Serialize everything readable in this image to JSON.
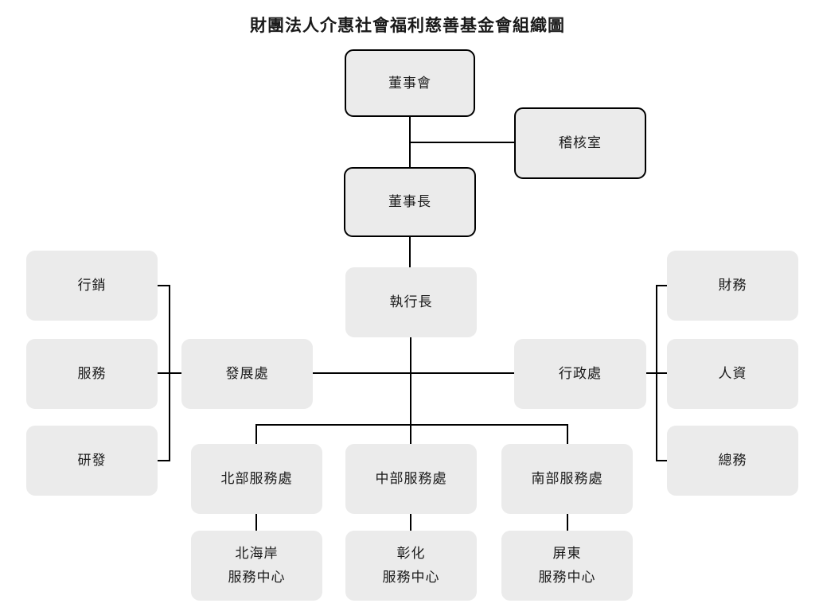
{
  "diagram_type": "org-chart",
  "title": "財團法人介惠社會福利慈善基金會組織圖",
  "colors": {
    "box_fill": "#ebebeb",
    "line_color": "#000000",
    "text_color": "#1a1a1a",
    "background": "#ffffff"
  },
  "nodes": {
    "board": "董事會",
    "audit": "稽核室",
    "chairman": "董事長",
    "ceo": "執行長",
    "marketing": "行銷",
    "service": "服務",
    "rnd": "研發",
    "development": "發展處",
    "admin": "行政處",
    "finance": "財務",
    "hr": "人資",
    "general": "總務",
    "north": "北部服務處",
    "central": "中部服務處",
    "south": "南部服務處",
    "north_center": {
      "line1": "北海岸",
      "line2": "服務中心"
    },
    "central_center": {
      "line1": "彰化",
      "line2": "服務中心"
    },
    "south_center": {
      "line1": "屏東",
      "line2": "服務中心"
    }
  },
  "edges": [
    {
      "from": "董事會",
      "to": "稽核室"
    },
    {
      "from": "董事會",
      "to": "董事長"
    },
    {
      "from": "董事長",
      "to": "執行長"
    },
    {
      "from": "執行長",
      "to": "發展處"
    },
    {
      "from": "執行長",
      "to": "行政處"
    },
    {
      "from": "執行長",
      "to": "北部服務處"
    },
    {
      "from": "執行長",
      "to": "中部服務處"
    },
    {
      "from": "執行長",
      "to": "南部服務處"
    },
    {
      "from": "發展處",
      "to": "行銷"
    },
    {
      "from": "發展處",
      "to": "服務"
    },
    {
      "from": "發展處",
      "to": "研發"
    },
    {
      "from": "行政處",
      "to": "財務"
    },
    {
      "from": "行政處",
      "to": "人資"
    },
    {
      "from": "行政處",
      "to": "總務"
    },
    {
      "from": "北部服務處",
      "to": "北海岸服務中心"
    },
    {
      "from": "中部服務處",
      "to": "彰化服務中心"
    },
    {
      "from": "南部服務處",
      "to": "屏東服務中心"
    }
  ]
}
